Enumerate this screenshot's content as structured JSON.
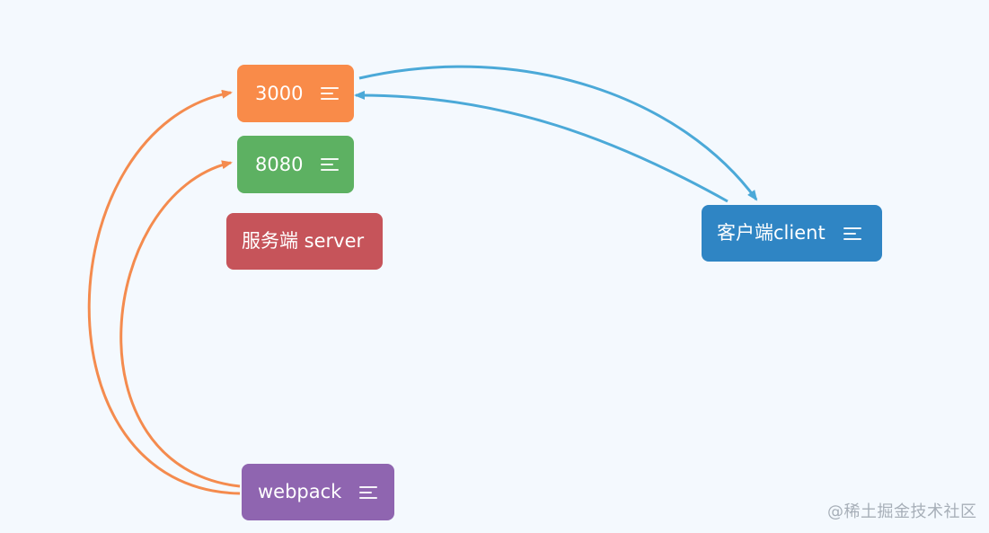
{
  "colors": {
    "background": "#f4f9fe",
    "node_3000": "#f98b49",
    "node_8080": "#5db162",
    "node_server": "#c6545a",
    "node_client": "#2f85c4",
    "node_webpack": "#8f65b0",
    "edge_orange": "#f48b4e",
    "edge_blue": "#4ba9d8"
  },
  "nodes": {
    "port_3000": {
      "label": "3000",
      "icon": "menu-lines-icon"
    },
    "port_8080": {
      "label": "8080",
      "icon": "menu-lines-icon"
    },
    "server": {
      "label": "服务端 server"
    },
    "client": {
      "label": "客户端client",
      "icon": "menu-lines-icon"
    },
    "webpack": {
      "label": "webpack",
      "icon": "menu-lines-icon"
    }
  },
  "edges": [
    {
      "from": "webpack",
      "to": "port_3000",
      "color": "edge_orange"
    },
    {
      "from": "webpack",
      "to": "port_8080",
      "color": "edge_orange"
    },
    {
      "from": "port_3000",
      "to": "client",
      "color": "edge_blue"
    },
    {
      "from": "client",
      "to": "port_3000",
      "color": "edge_blue"
    }
  ],
  "watermark": {
    "text": "@稀土掘金技术社区"
  }
}
